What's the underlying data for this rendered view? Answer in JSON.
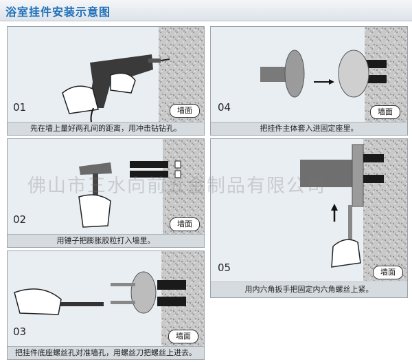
{
  "header": {
    "title": "浴室挂件安装示意图"
  },
  "wall_label": "墙面",
  "steps": [
    {
      "number": "01",
      "caption": "先在墙上量好两孔间的距离，用冲击钻钻孔。"
    },
    {
      "number": "02",
      "caption": "用锤子把膨胀胶粒打入墙里。"
    },
    {
      "number": "03",
      "caption": "把挂件底座螺丝孔对准墙孔，用螺丝刀把螺丝上进去。"
    },
    {
      "number": "04",
      "caption": "把挂件主体套入进固定座里。"
    },
    {
      "number": "05",
      "caption": "用内六角扳手把固定内六角螺丝上紧。"
    }
  ],
  "watermark": "佛山市三水向前五金制品有限公司",
  "colors": {
    "title": "#1d6fb8",
    "wall": "#c8c8c8",
    "caption_bg": "#d6dbe0"
  }
}
